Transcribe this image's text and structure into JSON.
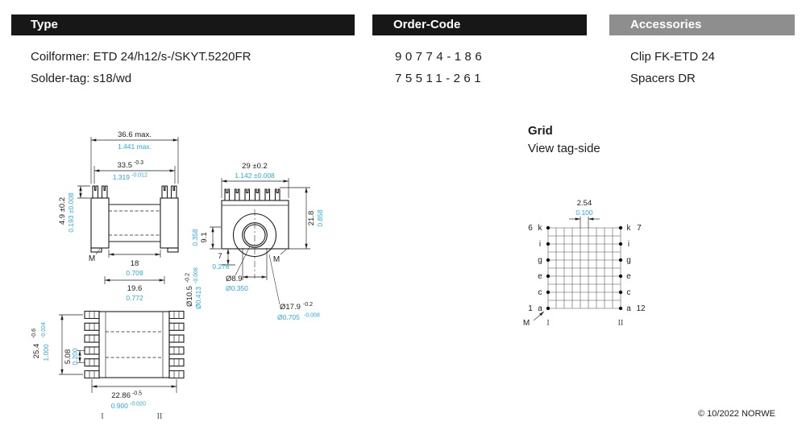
{
  "colors": {
    "accent_inch": "#29a9e0",
    "bar_black": "#171717",
    "bar_gray": "#8e8e8e"
  },
  "headers": {
    "type": "Type",
    "order_code": "Order-Code",
    "accessories": "Accessories"
  },
  "type_section": {
    "coilformer": "Coilformer: ETD 24/h12/s-/SKYT.5220FR",
    "solder_tag": "Solder-tag: s18/wd"
  },
  "order_section": {
    "code1": "90774-186",
    "code2": "75511-261"
  },
  "accessories_section": {
    "item1": "Clip FK-ETD 24",
    "item2": "Spacers DR"
  },
  "grid_section": {
    "title": "Grid",
    "subtitle": "View tag-side"
  },
  "front_view": {
    "width_max_mm": "36.6 max.",
    "width_max_in": "1.441 max.",
    "width_mm": "33.5",
    "width_mm_tol": "-0.3",
    "width_in": "1.319",
    "width_in_tol": "-0.012",
    "tag_h_mm": "4.9 ±0.2",
    "tag_h_in": "0.193 ±0.008",
    "m_label": "M",
    "inner_mm": "18",
    "inner_in": "0.709",
    "outer_mm": "19.6",
    "outer_in": "0.772"
  },
  "side_view": {
    "width_mm": "29 ±0.2",
    "width_in": "1.142 ±0.008",
    "height_mm": "21.8",
    "height_in": "0.858",
    "h2_mm": "9.1",
    "h2_in": "0.358",
    "h3_mm": "7",
    "h3_in": "0.276",
    "m_label": "M",
    "d1_mm": "Ø8.9",
    "d1_in": "Ø0.350",
    "d2_mm": "Ø10.5",
    "d2_mm_tol": "-0.2",
    "d2_in": "Ø0.413",
    "d2_in_tol": "-0.008",
    "d3_mm": "Ø17.9",
    "d3_mm_tol": "-0.2",
    "d3_in": "Ø0.705",
    "d3_in_tol": "-0.008"
  },
  "bottom_view": {
    "span_mm": "25.4",
    "span_mm_tol": "-0.6",
    "span_in": "1.000",
    "span_in_tol": "-0.024",
    "pitch_mm": "5.08",
    "pitch_in": "0.200",
    "row_mm": "22.86",
    "row_mm_tol": "-0.5",
    "row_in": "0.900",
    "row_in_tol": "-0.020",
    "col_left": "I",
    "col_right": "II"
  },
  "grid_view": {
    "pitch_mm": "2.54",
    "pitch_in": "0.100",
    "pin_letters": [
      "k",
      "i",
      "g",
      "e",
      "c",
      "a"
    ],
    "left_top_num": "6",
    "left_bottom_num": "1",
    "right_top_num": "7",
    "right_bottom_num": "12",
    "m_label": "M",
    "col_left": "I",
    "col_right": "II"
  },
  "footer": {
    "copyright": "© 10/2022 NORWE"
  }
}
